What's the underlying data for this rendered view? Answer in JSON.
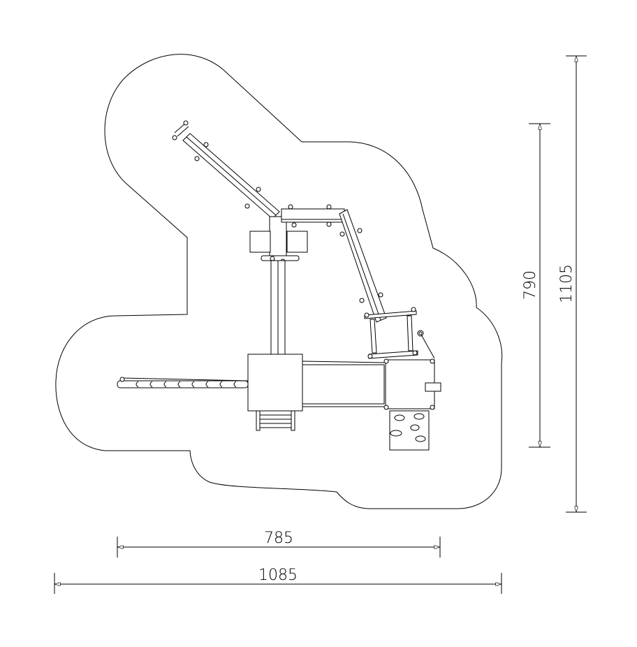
{
  "drawing": {
    "title": "Playground equipment plan view with safety zone",
    "dimensions": {
      "total_height": "1105",
      "structure_height": "790",
      "structure_width": "785",
      "total_width": "1085"
    },
    "line_color": "#000000",
    "background": "#ffffff"
  }
}
